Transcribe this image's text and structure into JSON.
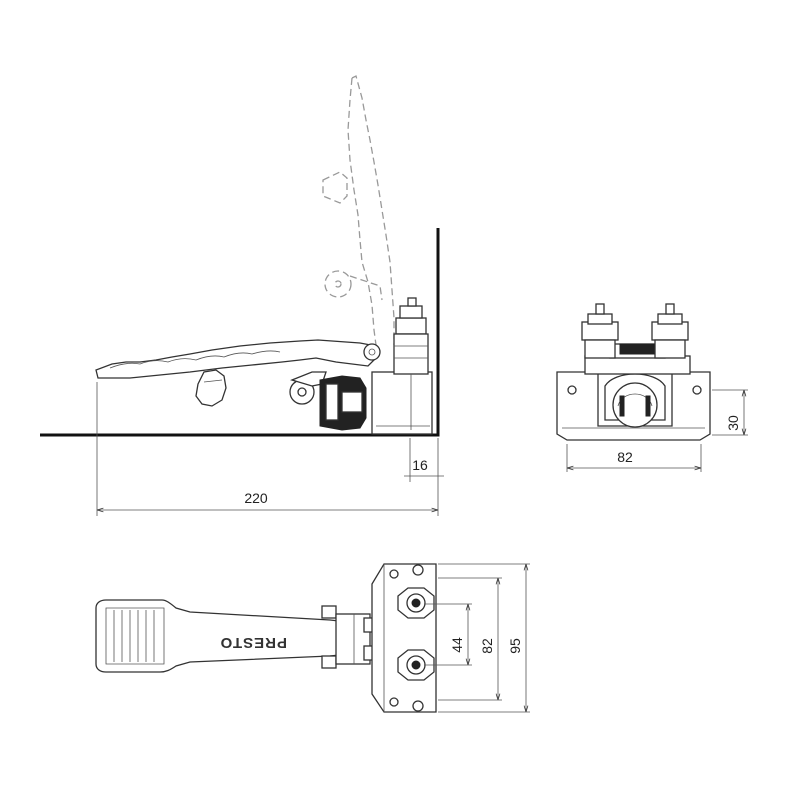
{
  "dimensions": {
    "offset_16": "16",
    "length_220": "220",
    "width_82": "82",
    "height_30": "30",
    "spacing_44": "44",
    "width_82_top": "82",
    "width_95": "95"
  },
  "brand": "PRESTO",
  "colors": {
    "line": "#333333",
    "dashed": "#999999",
    "wall": "#111111",
    "background": "#ffffff"
  }
}
